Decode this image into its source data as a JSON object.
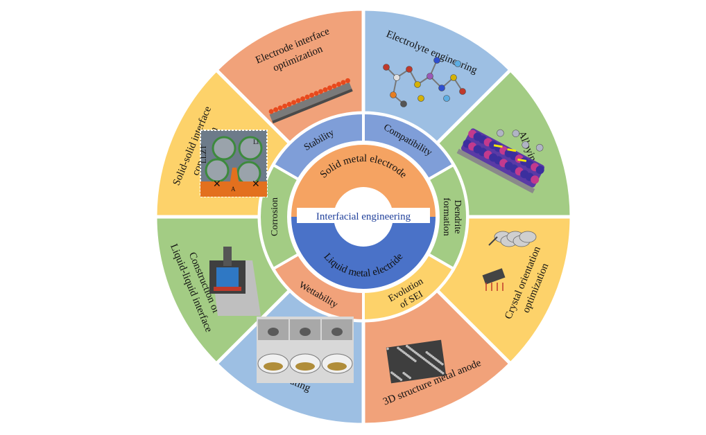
{
  "center": {
    "title": "Interfacial engineering",
    "top_label": "Solid metal electrode",
    "bottom_label": "Liquid metal electride"
  },
  "colors": {
    "blue": "#9dbfe3",
    "green": "#a3cc84",
    "yellow": "#fdd26a",
    "orange": "#f1a27a",
    "mid_blue": "#7f9ed8",
    "core_orange": "#f5a362",
    "core_blue": "#4a72c8",
    "center_white": "#ffffff"
  },
  "outer_segments": [
    {
      "label_lines": [
        "Electrolyte engineering"
      ],
      "color": "blue",
      "icon": "molecule-icon"
    },
    {
      "label_lines": [
        "Alloying"
      ],
      "color": "green",
      "icon": "alloy-particles-icon"
    },
    {
      "label_lines": [
        "Crystal orientation",
        "optimization"
      ],
      "color": "yellow",
      "icon": "crystal-icon"
    },
    {
      "label_lines": [
        "3D structure metal anode"
      ],
      "color": "orange",
      "icon": "porous-anode-icon"
    },
    {
      "label_lines": [
        "Coating"
      ],
      "color": "blue",
      "icon": "droplet-photos-icon"
    },
    {
      "label_lines": [
        "Construction of",
        "Liquid-liquid interface"
      ],
      "color": "green",
      "icon": "cell-container-icon"
    },
    {
      "label_lines": [
        "Solid-solid interface",
        "construction"
      ],
      "color": "yellow",
      "icon": "llzt-particles-icon"
    },
    {
      "label_lines": [
        "Electrode interface",
        "optimization"
      ],
      "color": "orange",
      "icon": "coated-electrode-icon"
    }
  ],
  "ring_segments": [
    {
      "label_lines": [
        "Compatibility"
      ],
      "color": "mid_blue"
    },
    {
      "label_lines": [
        "Dendrite",
        "formation"
      ],
      "color": "green"
    },
    {
      "label_lines": [
        "Evolution",
        "of SEI"
      ],
      "color": "yellow"
    },
    {
      "label_lines": [
        "Wettability"
      ],
      "color": "orange"
    },
    {
      "label_lines": [
        "Corrosion"
      ],
      "color": "green"
    },
    {
      "label_lines": [
        "Stability"
      ],
      "color": "mid_blue"
    }
  ],
  "image_text": {
    "llzt_label": "LLZT",
    "li_label": "Li",
    "a_label": "A"
  }
}
